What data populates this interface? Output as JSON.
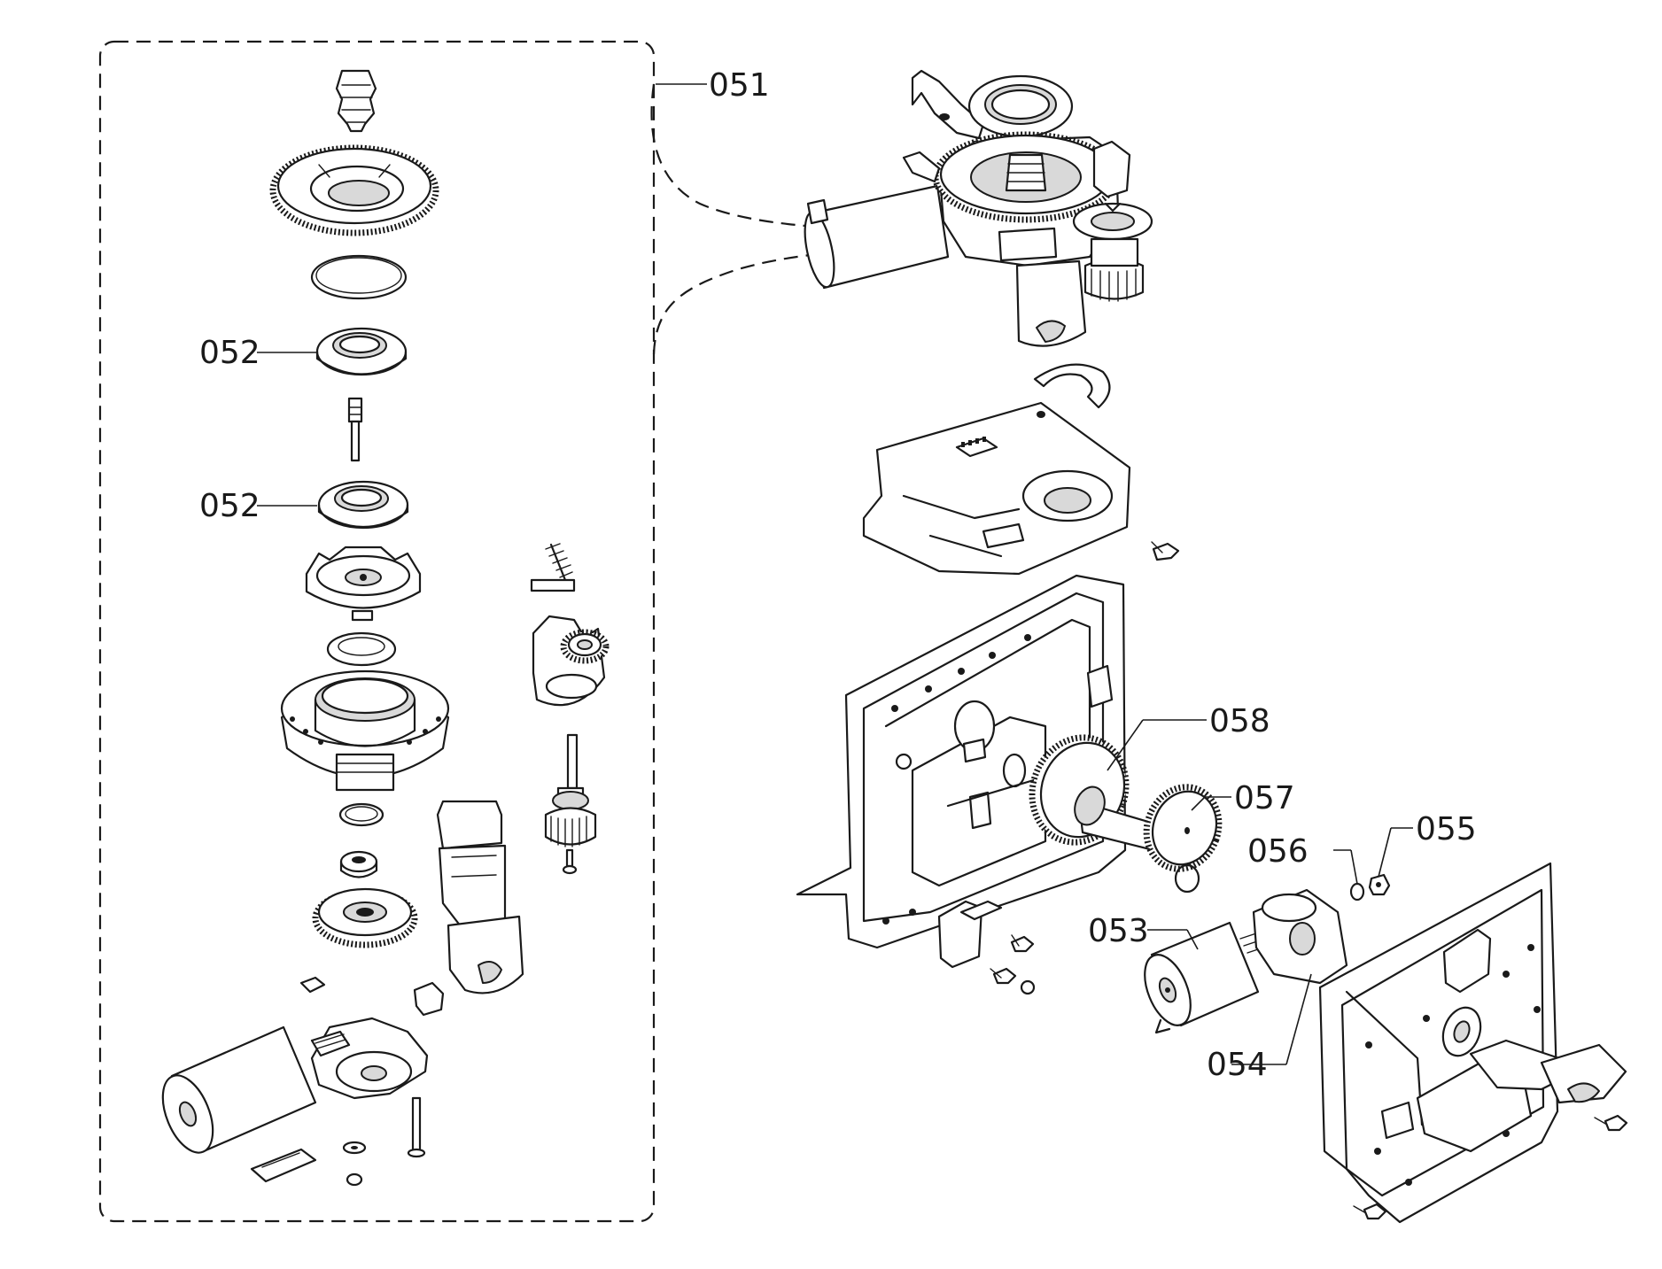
{
  "callouts": {
    "c051": "051",
    "c052a": "052",
    "c052b": "052",
    "c053": "053",
    "c054": "054",
    "c055": "055",
    "c056": "056",
    "c057": "057",
    "c058": "058"
  }
}
